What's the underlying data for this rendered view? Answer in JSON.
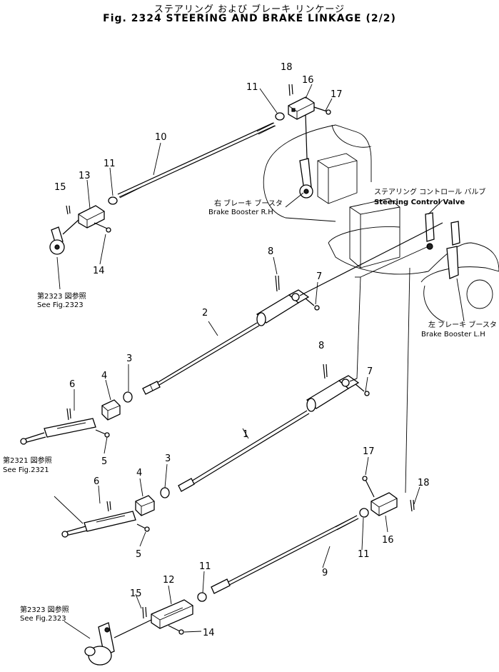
{
  "title": {
    "jp": "ステアリング および ブレーキ リンケージ",
    "en": "Fig. 2324 STEERING AND BRAKE LINKAGE (2/2)"
  },
  "callouts": {
    "n1": "1",
    "n2": "2",
    "n3a": "3",
    "n3b": "3",
    "n4a": "4",
    "n4b": "4",
    "n5a": "5",
    "n5b": "5",
    "n6a": "6",
    "n6b": "6",
    "n7a": "7",
    "n7b": "7",
    "n8a": "8",
    "n8b": "8",
    "n9": "9",
    "n10": "10",
    "n11a": "11",
    "n11b": "11",
    "n11c": "11",
    "n11d": "11",
    "n12": "12",
    "n13": "13",
    "n14a": "14",
    "n14b": "14",
    "n15a": "15",
    "n15b": "15",
    "n16a": "16",
    "n16b": "16",
    "n17a": "17",
    "n17b": "17",
    "n18a": "18",
    "n18b": "18"
  },
  "notes": {
    "brake_rh_jp": "右 ブレーキ ブースタ",
    "brake_rh_en": "Brake Booster R.H",
    "scv_jp": "ステアリング コントロール バルブ",
    "scv_en": "Steering Control Valve",
    "brake_lh_jp": "左 ブレーキ ブースタ",
    "brake_lh_en": "Brake Booster L.H",
    "ref2323a_jp": "第2323 図参照",
    "ref2323a_en": "See Fig.2323",
    "ref2321a_jp": "第2321 図参照",
    "ref2321a_en": "See Fig.2321",
    "ref2323b_jp": "第2323 図参照",
    "ref2323b_en": "See Fig.2323"
  }
}
